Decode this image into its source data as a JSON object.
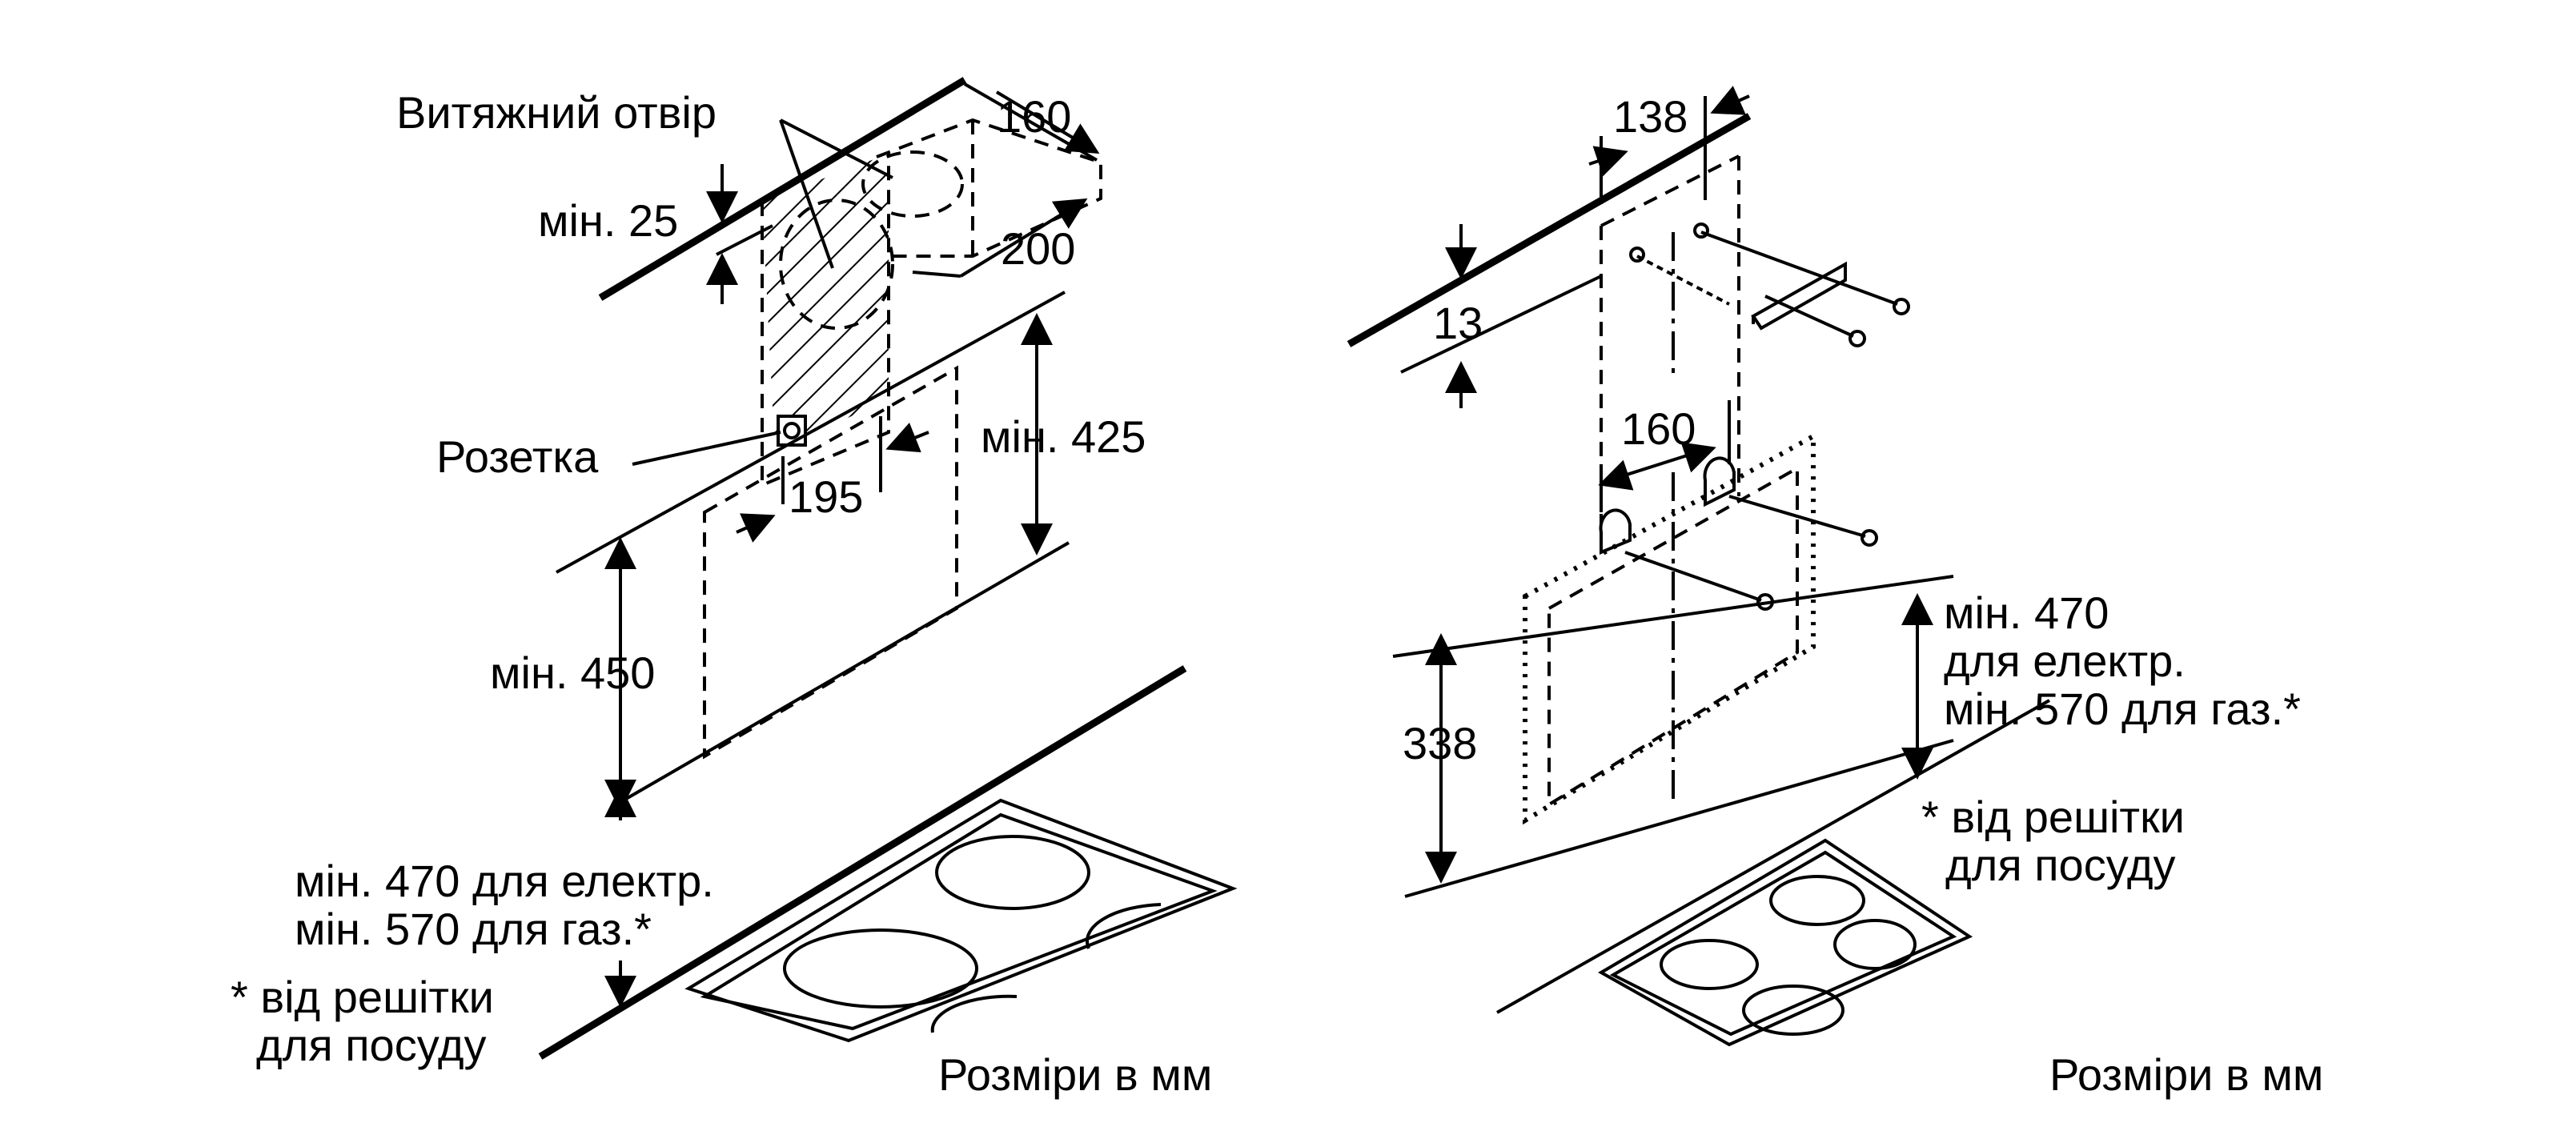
{
  "left": {
    "exhaust_label": "Витяжний отвір",
    "dim_160": "160",
    "dim_min25": "мін. 25",
    "dim_200": "200",
    "socket_label": "Розетка",
    "dim_min425": "мін. 425",
    "dim_195": "195",
    "dim_min450": "мін. 450",
    "note_line1": "мін. 470 для електр.",
    "note_line2": "мін. 570 для газ.*",
    "footnote_line1": "* від решітки",
    "footnote_line2": "для посуду",
    "units": "Розміри в мм"
  },
  "right": {
    "dim_138": "138",
    "dim_13": "13",
    "dim_160": "160",
    "dim_338": "338",
    "note_line1": "мін. 470",
    "note_line2": "для електр.",
    "note_line3": "мін. 570 для газ.*",
    "footnote_line1": "* від решітки",
    "footnote_line2": "для посуду",
    "units": "Розміри в мм"
  }
}
